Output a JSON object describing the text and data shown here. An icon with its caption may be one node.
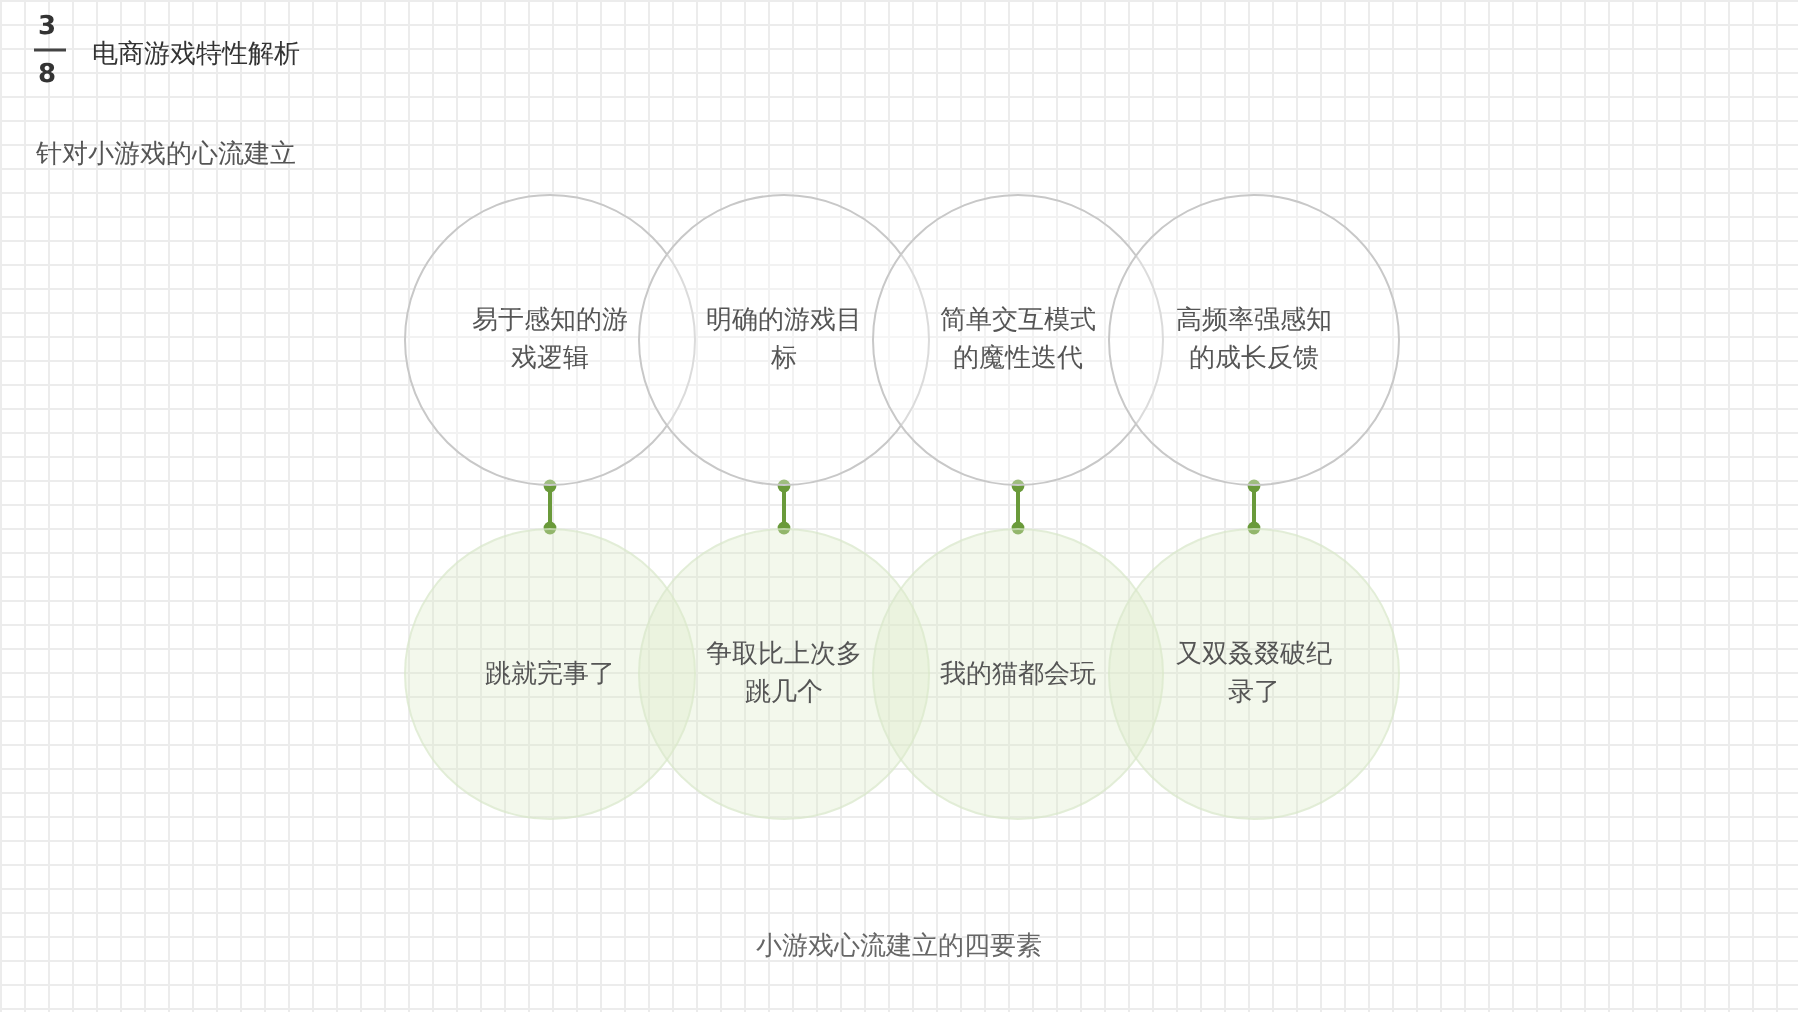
{
  "diagram": {
    "title": "电商游戏特性解析",
    "caption": "小游戏心流建立的四要素",
    "nodes": [
      {
        "text": [
          "易于感知的游戏逻辑"
        ]
      },
      {
        "text": [
          "明确的游戏目标"
        ]
      },
      {
        "text": [
          "简单交互模式的魔性迭代"
        ]
      },
      {
        "text": [
          "高频率强感知的成长反馈"
        ]
      },
      {
        "text": [
          "跳就完事了"
        ]
      },
      {
        "text": [
          "争取比上次多跳几个"
        ]
      },
      {
        "text": [
          "我的猫都会玩"
        ]
      },
      {
        "text": [
          "又双叒叕破纪录了"
        ]
      }
    ],
    "edges": [
      {
        "from": 0,
        "to": 4,
        "arrow": "other"
      },
      {
        "from": 1,
        "to": 5,
        "arrow": "other"
      },
      {
        "from": 2,
        "to": 6,
        "arrow": "other"
      },
      {
        "from": 3,
        "to": 7,
        "arrow": "other"
      }
    ],
    "labels": [
      "3",
      "8",
      "针对小游戏的心流建立"
    ]
  }
}
